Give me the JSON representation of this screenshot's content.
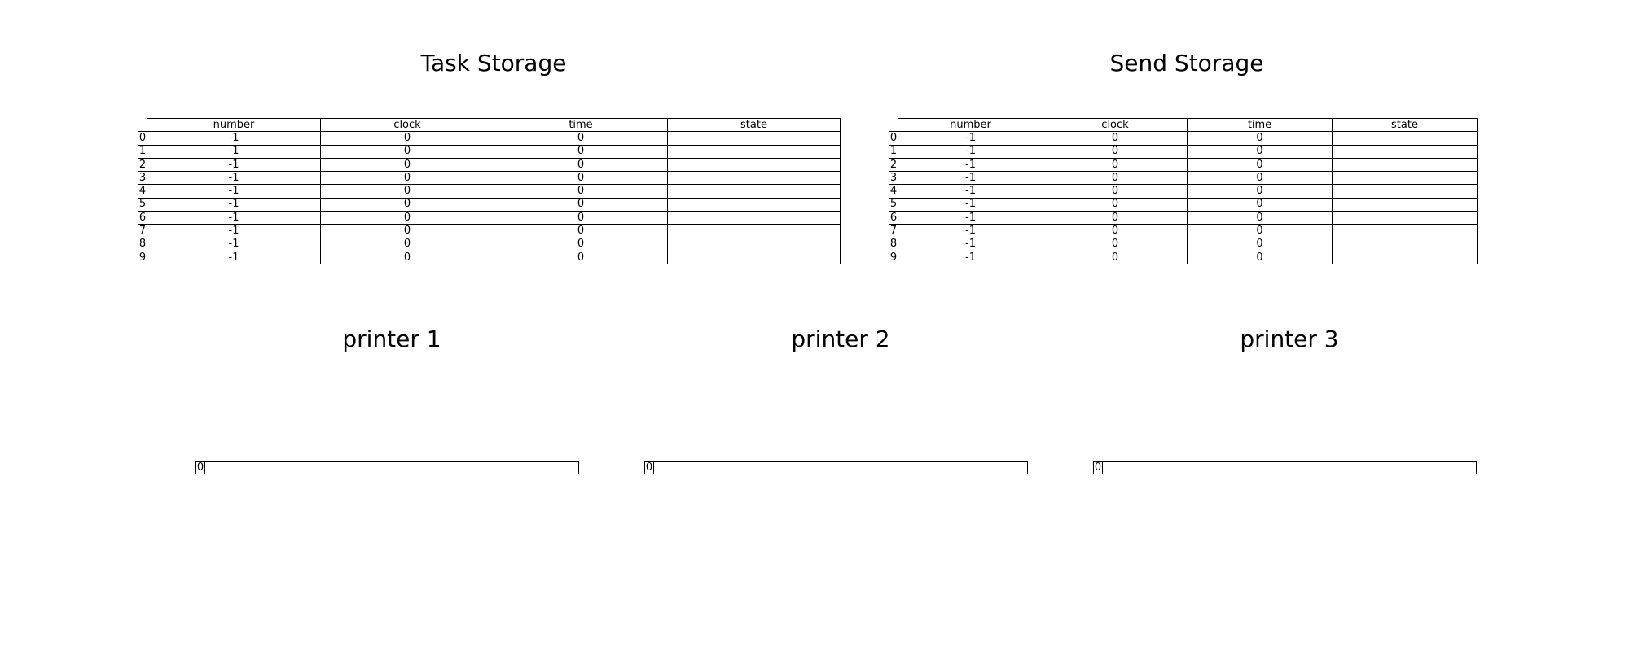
{
  "task_storage": {
    "title": "Task Storage",
    "columns": [
      "number",
      "clock",
      "time",
      "state"
    ],
    "rows": [
      {
        "index": "0",
        "number": "-1",
        "clock": "0",
        "time": "0",
        "state": ""
      },
      {
        "index": "1",
        "number": "-1",
        "clock": "0",
        "time": "0",
        "state": ""
      },
      {
        "index": "2",
        "number": "-1",
        "clock": "0",
        "time": "0",
        "state": ""
      },
      {
        "index": "3",
        "number": "-1",
        "clock": "0",
        "time": "0",
        "state": ""
      },
      {
        "index": "4",
        "number": "-1",
        "clock": "0",
        "time": "0",
        "state": ""
      },
      {
        "index": "5",
        "number": "-1",
        "clock": "0",
        "time": "0",
        "state": ""
      },
      {
        "index": "6",
        "number": "-1",
        "clock": "0",
        "time": "0",
        "state": ""
      },
      {
        "index": "7",
        "number": "-1",
        "clock": "0",
        "time": "0",
        "state": ""
      },
      {
        "index": "8",
        "number": "-1",
        "clock": "0",
        "time": "0",
        "state": ""
      },
      {
        "index": "9",
        "number": "-1",
        "clock": "0",
        "time": "0",
        "state": ""
      }
    ]
  },
  "send_storage": {
    "title": "Send Storage",
    "columns": [
      "number",
      "clock",
      "time",
      "state"
    ],
    "rows": [
      {
        "index": "0",
        "number": "-1",
        "clock": "0",
        "time": "0",
        "state": ""
      },
      {
        "index": "1",
        "number": "-1",
        "clock": "0",
        "time": "0",
        "state": ""
      },
      {
        "index": "2",
        "number": "-1",
        "clock": "0",
        "time": "0",
        "state": ""
      },
      {
        "index": "3",
        "number": "-1",
        "clock": "0",
        "time": "0",
        "state": ""
      },
      {
        "index": "4",
        "number": "-1",
        "clock": "0",
        "time": "0",
        "state": ""
      },
      {
        "index": "5",
        "number": "-1",
        "clock": "0",
        "time": "0",
        "state": ""
      },
      {
        "index": "6",
        "number": "-1",
        "clock": "0",
        "time": "0",
        "state": ""
      },
      {
        "index": "7",
        "number": "-1",
        "clock": "0",
        "time": "0",
        "state": ""
      },
      {
        "index": "8",
        "number": "-1",
        "clock": "0",
        "time": "0",
        "state": ""
      },
      {
        "index": "9",
        "number": "-1",
        "clock": "0",
        "time": "0",
        "state": ""
      }
    ]
  },
  "printers": [
    {
      "title": "printer 1",
      "index": "0",
      "value": ""
    },
    {
      "title": "printer 2",
      "index": "0",
      "value": ""
    },
    {
      "title": "printer 3",
      "index": "0",
      "value": ""
    }
  ]
}
